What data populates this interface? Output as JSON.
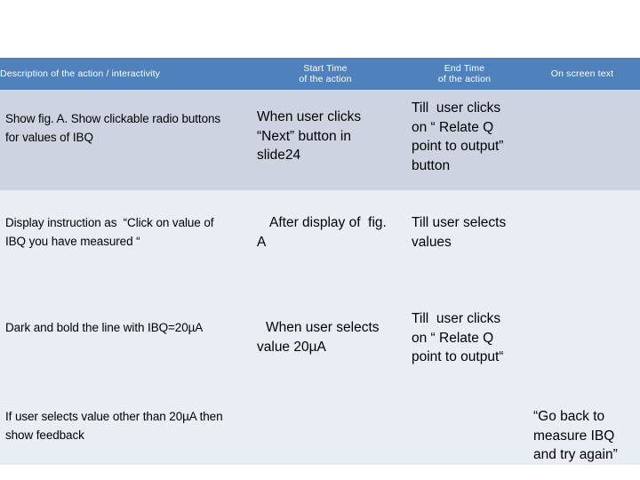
{
  "slide": {
    "background": "#ffffff"
  },
  "table": {
    "header_bg": "#4f81bd",
    "header_fg": "#ffffff",
    "row_bg_dark": "#ced3e2",
    "row_bg_light": "#e9edf4",
    "columns": [
      {
        "key": "description",
        "label_line1": "Description of the action / interactivity",
        "label_line2": ""
      },
      {
        "key": "start_time",
        "label_line1": "Start Time",
        "label_line2": "of the action"
      },
      {
        "key": "end_time",
        "label_line1": "End Time",
        "label_line2": "of the action"
      },
      {
        "key": "on_screen_text",
        "label_line1": "On screen text",
        "label_line2": ""
      }
    ],
    "rows": [
      {
        "description": "Show fig. A. Show clickable radio buttons for values of IBQ",
        "start_time": "When user clicks “Next” button in slide24",
        "end_time": "Till  user clicks on “ Relate Q point to output” button",
        "on_screen_text": ""
      },
      {
        "description": "Display instruction as  “Click on value of IBQ you have measured “",
        "start_time": "After display of  fig. A",
        "end_time": "Till user selects values",
        "on_screen_text": ""
      },
      {
        "description": "Dark and bold the line with IBQ=20µA",
        "start_time": "When user selects value 20µA",
        "end_time": "Till  user clicks on “ Relate Q point to output“",
        "on_screen_text": ""
      },
      {
        "description": "If user selects value other than 20µA then show feedback",
        "start_time": "",
        "end_time": "",
        "on_screen_text": "“Go back to measure IBQ and try again”"
      }
    ]
  }
}
